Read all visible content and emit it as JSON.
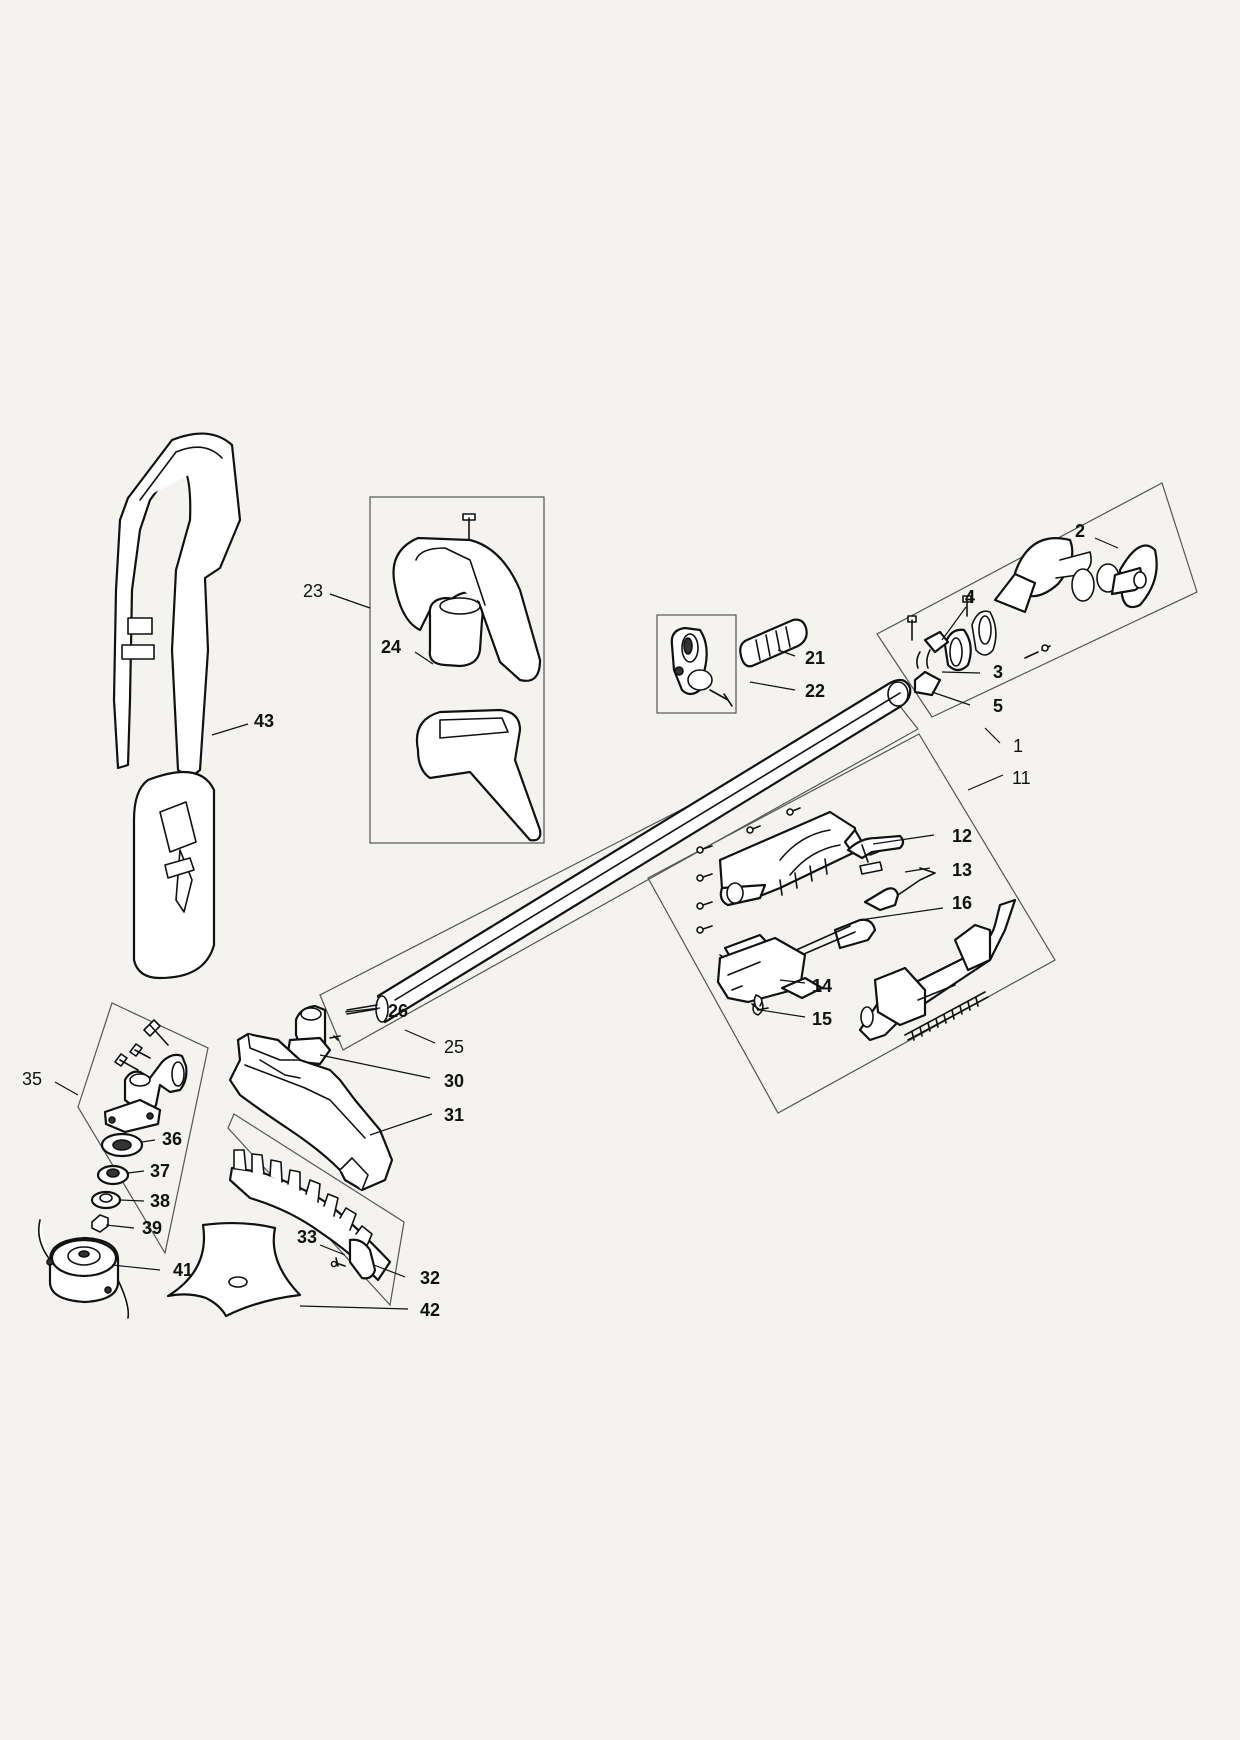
{
  "diagram": {
    "callouts": [
      {
        "id": "1",
        "text": "1",
        "bold": false
      },
      {
        "id": "2",
        "text": "2",
        "bold": true
      },
      {
        "id": "3",
        "text": "3",
        "bold": true
      },
      {
        "id": "4",
        "text": "4",
        "bold": true
      },
      {
        "id": "5",
        "text": "5",
        "bold": true
      },
      {
        "id": "11",
        "text": "11",
        "bold": false
      },
      {
        "id": "12",
        "text": "12",
        "bold": true
      },
      {
        "id": "13",
        "text": "13",
        "bold": true
      },
      {
        "id": "14",
        "text": "14",
        "bold": true
      },
      {
        "id": "15",
        "text": "15",
        "bold": true
      },
      {
        "id": "16",
        "text": "16",
        "bold": true
      },
      {
        "id": "21",
        "text": "21",
        "bold": true
      },
      {
        "id": "22",
        "text": "22",
        "bold": true
      },
      {
        "id": "23",
        "text": "23",
        "bold": false
      },
      {
        "id": "24",
        "text": "24",
        "bold": true
      },
      {
        "id": "25",
        "text": "25",
        "bold": false
      },
      {
        "id": "26",
        "text": "26",
        "bold": true
      },
      {
        "id": "30",
        "text": "30",
        "bold": true
      },
      {
        "id": "31",
        "text": "31",
        "bold": true
      },
      {
        "id": "32",
        "text": "32",
        "bold": true
      },
      {
        "id": "33",
        "text": "33",
        "bold": true
      },
      {
        "id": "35",
        "text": "35",
        "bold": false
      },
      {
        "id": "36",
        "text": "36",
        "bold": true
      },
      {
        "id": "37",
        "text": "37",
        "bold": true
      },
      {
        "id": "38",
        "text": "38",
        "bold": true
      },
      {
        "id": "39",
        "text": "39",
        "bold": true
      },
      {
        "id": "41",
        "text": "41",
        "bold": true
      },
      {
        "id": "42",
        "text": "42",
        "bold": true
      },
      {
        "id": "43",
        "text": "43",
        "bold": true
      }
    ]
  }
}
